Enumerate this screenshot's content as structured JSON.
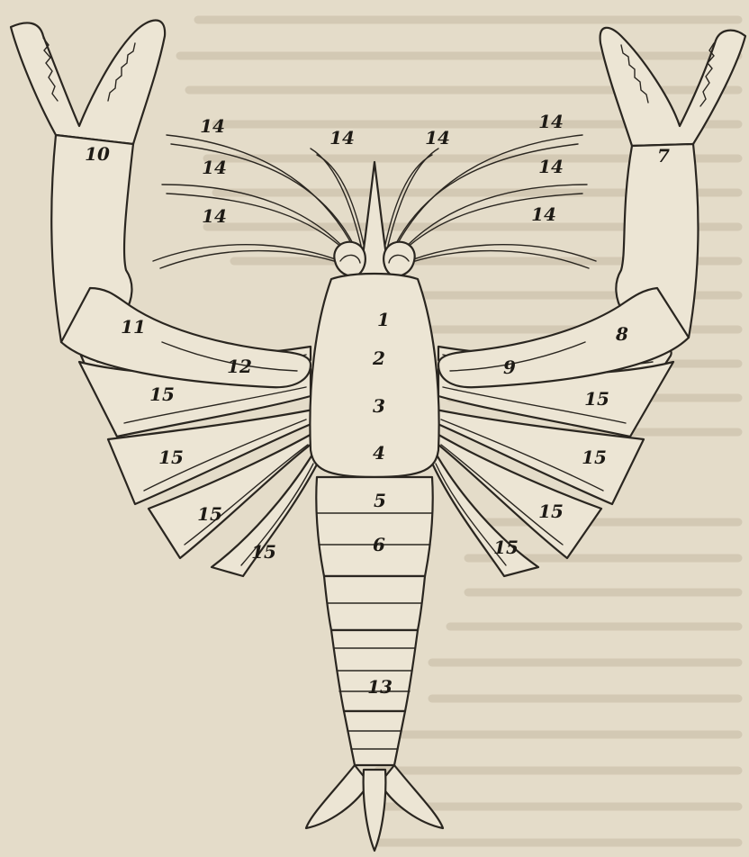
{
  "labels": {
    "l1": "1",
    "l2": "2",
    "l3": "3",
    "l4": "4",
    "l5": "5",
    "l6": "6",
    "l7": "7",
    "l8": "8",
    "l9": "9",
    "l10": "10",
    "l11": "11",
    "l12": "12",
    "l13": "13",
    "l14": "14",
    "l15": "15"
  },
  "colors": {
    "paper": "#e4dcc9",
    "ink": "#2a2620",
    "show_through": "#d3c9b4"
  }
}
